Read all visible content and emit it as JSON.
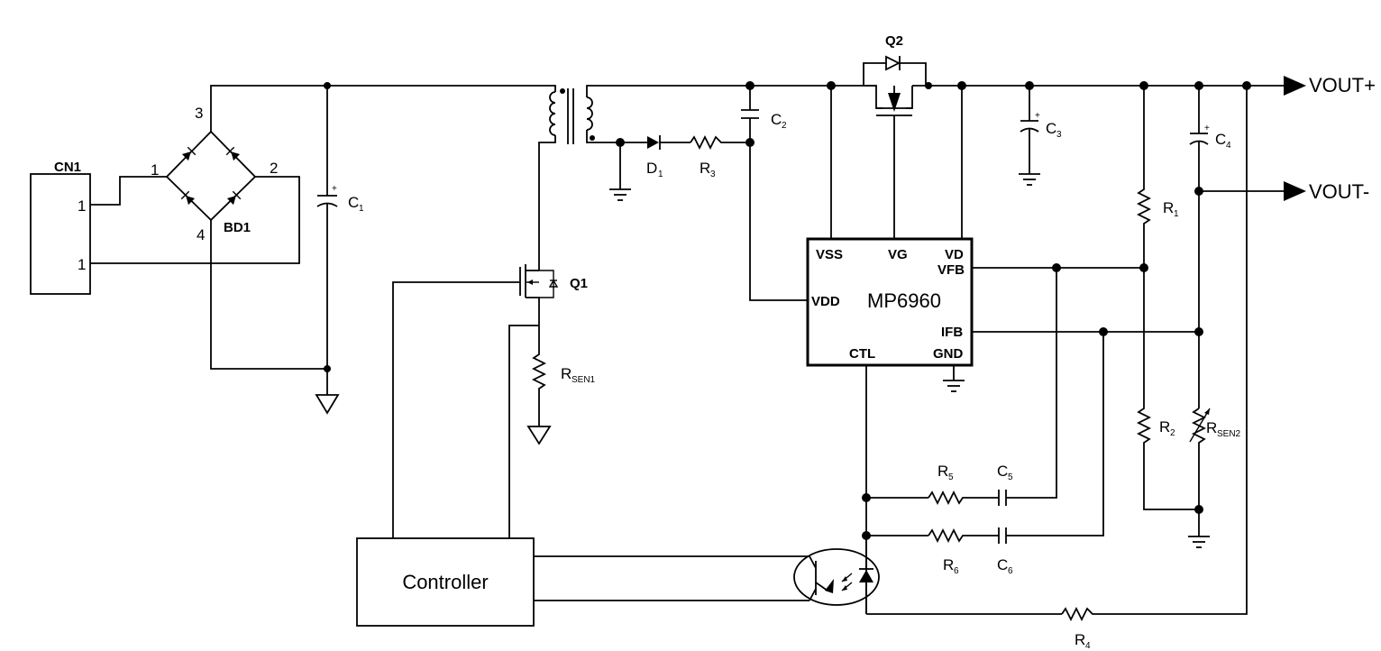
{
  "connector": {
    "name": "CN1",
    "pin_top": "1",
    "pin_bottom": "1"
  },
  "bridge": {
    "name": "BD1",
    "pin1": "1",
    "pin2": "2",
    "pin3": "3",
    "pin4": "4"
  },
  "capacitors": {
    "c1": {
      "name": "C",
      "sub": "1"
    },
    "c2": {
      "name": "C",
      "sub": "2"
    },
    "c3": {
      "name": "C",
      "sub": "3"
    },
    "c4": {
      "name": "C",
      "sub": "4"
    },
    "c5": {
      "name": "C",
      "sub": "5"
    },
    "c6": {
      "name": "C",
      "sub": "6"
    },
    "plus": "+"
  },
  "diode": {
    "name": "D",
    "sub": "1"
  },
  "resistors": {
    "r1": {
      "name": "R",
      "sub": "1"
    },
    "r2": {
      "name": "R",
      "sub": "2"
    },
    "r3": {
      "name": "R",
      "sub": "3"
    },
    "r4": {
      "name": "R",
      "sub": "4"
    },
    "r5": {
      "name": "R",
      "sub": "5"
    },
    "r6": {
      "name": "R",
      "sub": "6"
    },
    "rsen1": {
      "name": "R",
      "sub": "SEN1"
    },
    "rsen2": {
      "name": "R",
      "sub": "SEN2"
    }
  },
  "transistors": {
    "q1": "Q1",
    "q2": "Q2"
  },
  "ic": {
    "name": "MP6960",
    "pins": {
      "vss": "VSS",
      "vg": "VG",
      "vd": "VD",
      "vfb": "VFB",
      "vdd": "VDD",
      "ifb": "IFB",
      "ctl": "CTL",
      "gnd": "GND"
    }
  },
  "controller": {
    "label": "Controller"
  },
  "outputs": {
    "vout_plus": "VOUT+",
    "vout_minus": "VOUT-"
  }
}
